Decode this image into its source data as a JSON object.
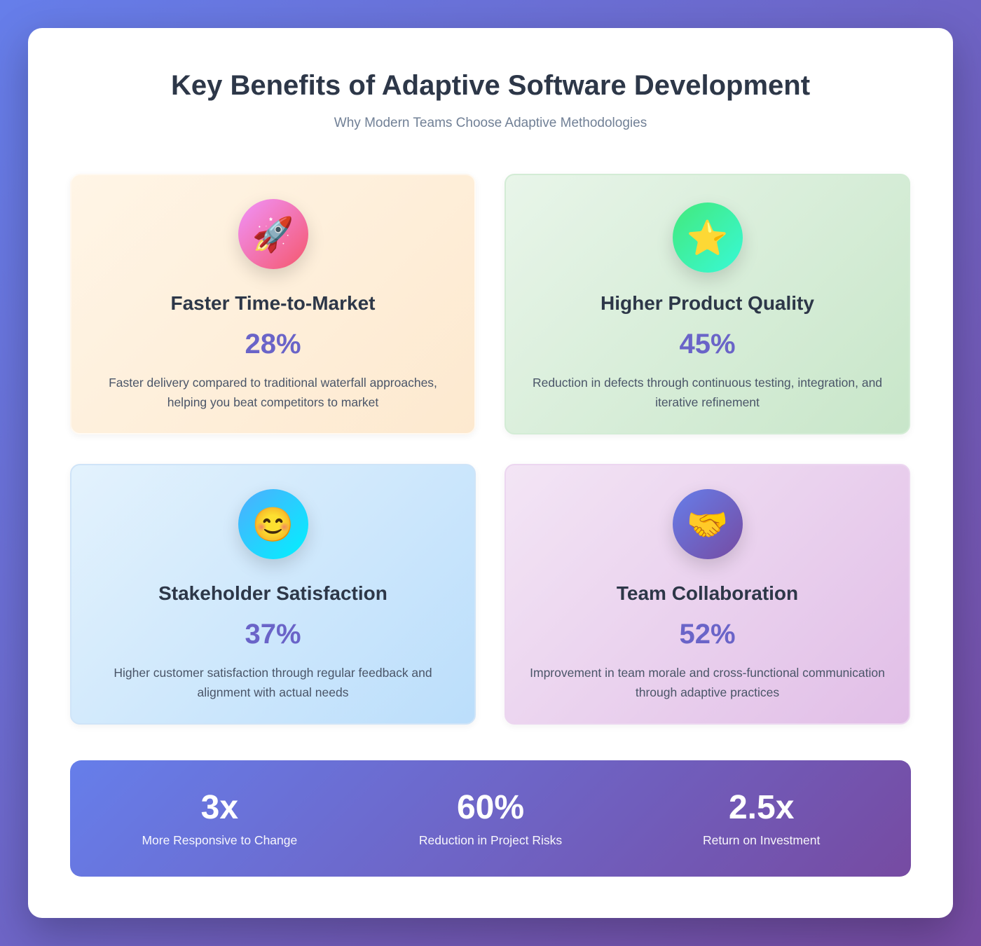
{
  "header": {
    "title": "Key Benefits of Adaptive Software Development",
    "subtitle": "Why Modern Teams Choose Adaptive Methodologies"
  },
  "benefits": [
    {
      "icon": "🚀",
      "icon_name": "rocket-icon",
      "title": "Faster Time-to-Market",
      "value": "28%",
      "description": "Faster delivery compared to traditional waterfall approaches, helping you beat competitors to market"
    },
    {
      "icon": "⭐",
      "icon_name": "star-icon",
      "title": "Higher Product Quality",
      "value": "45%",
      "description": "Reduction in defects through continuous testing, integration, and iterative refinement"
    },
    {
      "icon": "😊",
      "icon_name": "smiling-face-icon",
      "title": "Stakeholder Satisfaction",
      "value": "37%",
      "description": "Higher customer satisfaction through regular feedback and alignment with actual needs"
    },
    {
      "icon": "🤝",
      "icon_name": "handshake-icon",
      "title": "Team Collaboration",
      "value": "52%",
      "description": "Improvement in team morale and cross-functional communication through adaptive practices"
    }
  ],
  "stats": [
    {
      "value": "3x",
      "label": "More Responsive to Change"
    },
    {
      "value": "60%",
      "label": "Reduction in Project Risks"
    },
    {
      "value": "2.5x",
      "label": "Return on Investment"
    }
  ],
  "colors": {
    "accent": "#667eea",
    "accent2": "#764ba2",
    "heading": "#2d3748"
  }
}
